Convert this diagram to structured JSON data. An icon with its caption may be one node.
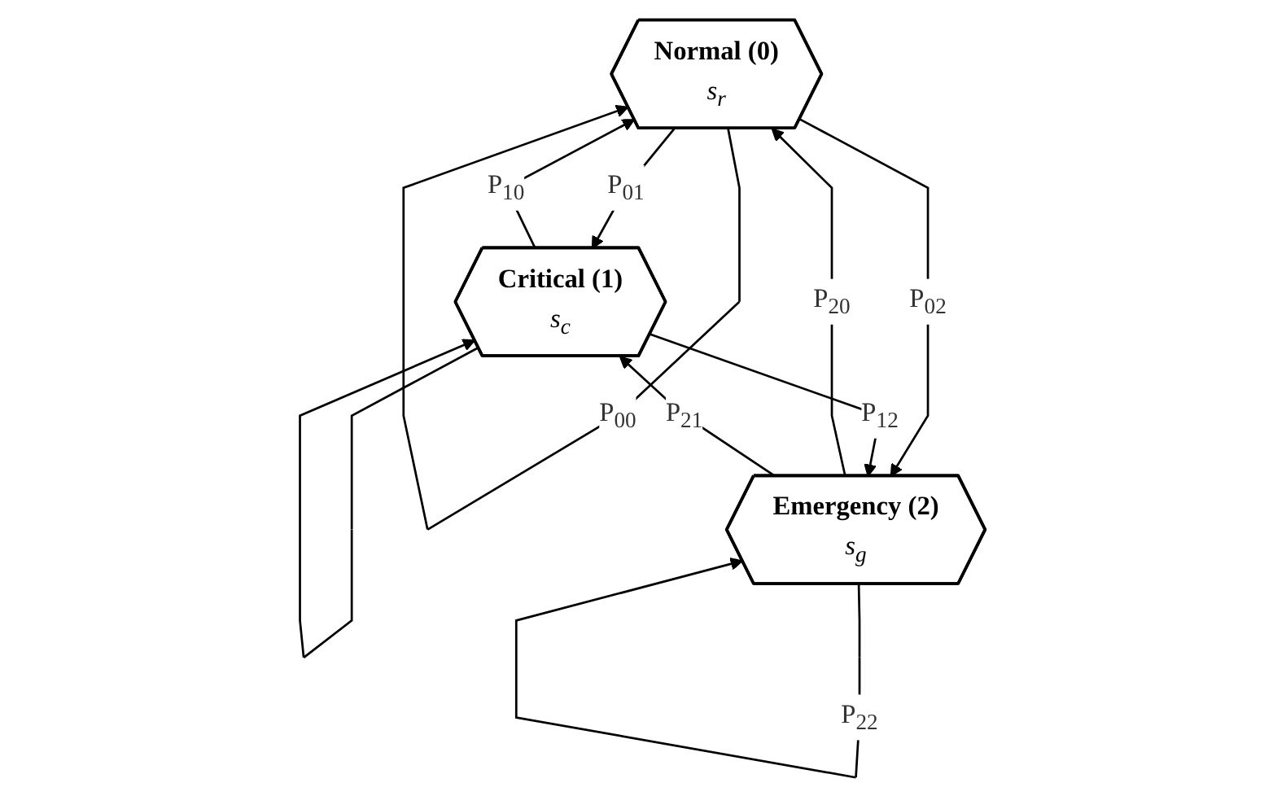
{
  "diagram": {
    "nodes": [
      {
        "text": [
          "Normal (0)",
          "s$_{r}$"
        ]
      },
      {
        "text": [
          "Critical (1)",
          "s$_{c}$"
        ]
      },
      {
        "text": [
          "Emergency (2)",
          "s$_{g}$"
        ]
      }
    ],
    "edges": [
      {
        "from": 0,
        "to": 1,
        "arrow": "to",
        "label": "P$_{01}$"
      },
      {
        "from": 1,
        "to": 1,
        "arrow": "to"
      },
      {
        "from": 1,
        "to": 0,
        "arrow": "to",
        "label": "P$_{10}$"
      },
      {
        "from": 0,
        "to": 0,
        "arrow": "to",
        "label": "P$_{00}$"
      },
      {
        "from": 2,
        "to": 0,
        "arrow": "to",
        "label": "P$_{20}$"
      },
      {
        "from": 2,
        "to": 1,
        "arrow": "to",
        "label": "P$_{21}$"
      },
      {
        "from": 2,
        "to": 2,
        "arrow": "to",
        "label": "P$_{22}$"
      },
      {
        "from": 0,
        "to": 2,
        "arrow": "to",
        "label": "P$_{02}$"
      },
      {
        "from": 1,
        "to": 2,
        "arrow": "to",
        "label": "P$_{12}$"
      }
    ]
  }
}
